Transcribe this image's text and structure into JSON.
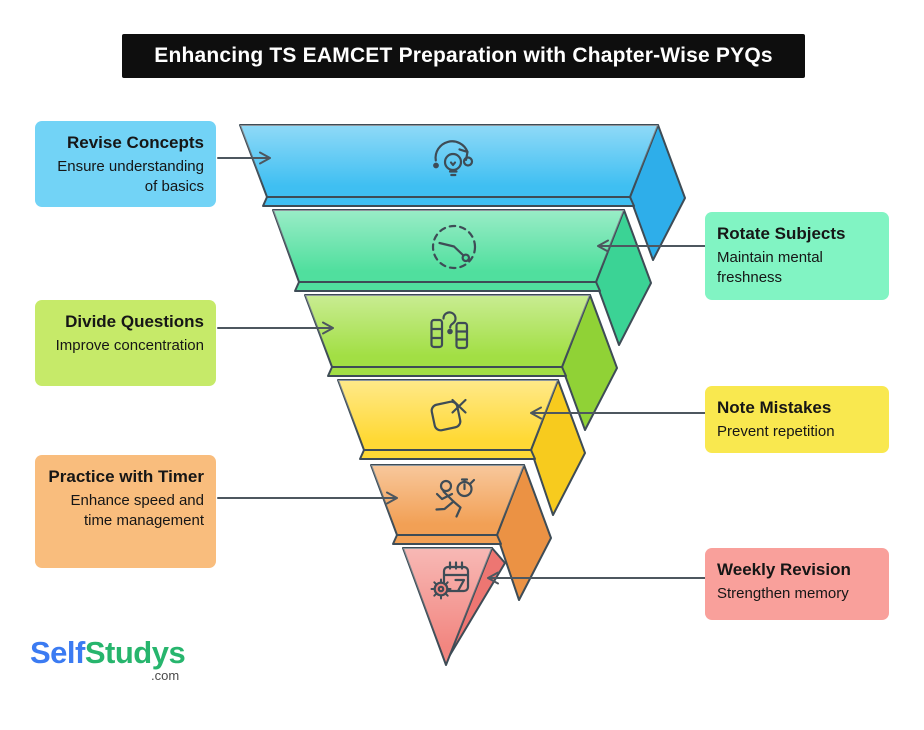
{
  "title": {
    "text": "Enhancing TS EAMCET Preparation with Chapter-Wise PYQs"
  },
  "theme": {
    "background": "#ffffff",
    "banner_bg": "#0e0e0e",
    "banner_text": "#ffffff",
    "outline_color": "#3e4c56",
    "arrow_color": "#4d575f",
    "text_color": "#161616"
  },
  "steps": [
    {
      "order": 1,
      "side": "left",
      "label": "Revise Concepts",
      "description": "Ensure understanding of basics",
      "box_color": "#72d3f6",
      "layer_fill": "#3fbff2",
      "layer_side": "#2eaeea",
      "icon": "idea-refresh-icon"
    },
    {
      "order": 2,
      "side": "right",
      "label": "Rotate Subjects",
      "description": "Maintain mental freshness",
      "box_color": "#81f4c3",
      "layer_fill": "#50df9e",
      "layer_side": "#3bd395",
      "icon": "clock-rotation-icon"
    },
    {
      "order": 3,
      "side": "left",
      "label": "Divide Questions",
      "description": "Improve concentration",
      "box_color": "#c6ea69",
      "layer_fill": "#a2df44",
      "layer_side": "#90d236",
      "icon": "question-columns-icon"
    },
    {
      "order": 4,
      "side": "right",
      "label": "Note Mistakes",
      "description": "Prevent repetition",
      "box_color": "#f9e84f",
      "layer_fill": "#ffd935",
      "layer_side": "#f7cb1e",
      "icon": "square-x-icon"
    },
    {
      "order": 5,
      "side": "left",
      "label": "Practice with Timer",
      "description": "Enhance speed and time management",
      "box_color": "#f9bd7d",
      "layer_fill": "#f2a055",
      "layer_side": "#eb9244",
      "icon": "runner-stopwatch-icon"
    },
    {
      "order": 6,
      "side": "right",
      "label": "Weekly Revision",
      "description": "Strengthen memory",
      "box_color": "#f9a09b",
      "layer_fill": "#f28680",
      "layer_side": "#ed7672",
      "icon": "calendar-gear-icon"
    }
  ],
  "logo": {
    "part1": "Self",
    "part2": "Studys",
    "suffix": ".com",
    "part1_color": "#3b7bf2",
    "part2_color": "#27b56d"
  }
}
